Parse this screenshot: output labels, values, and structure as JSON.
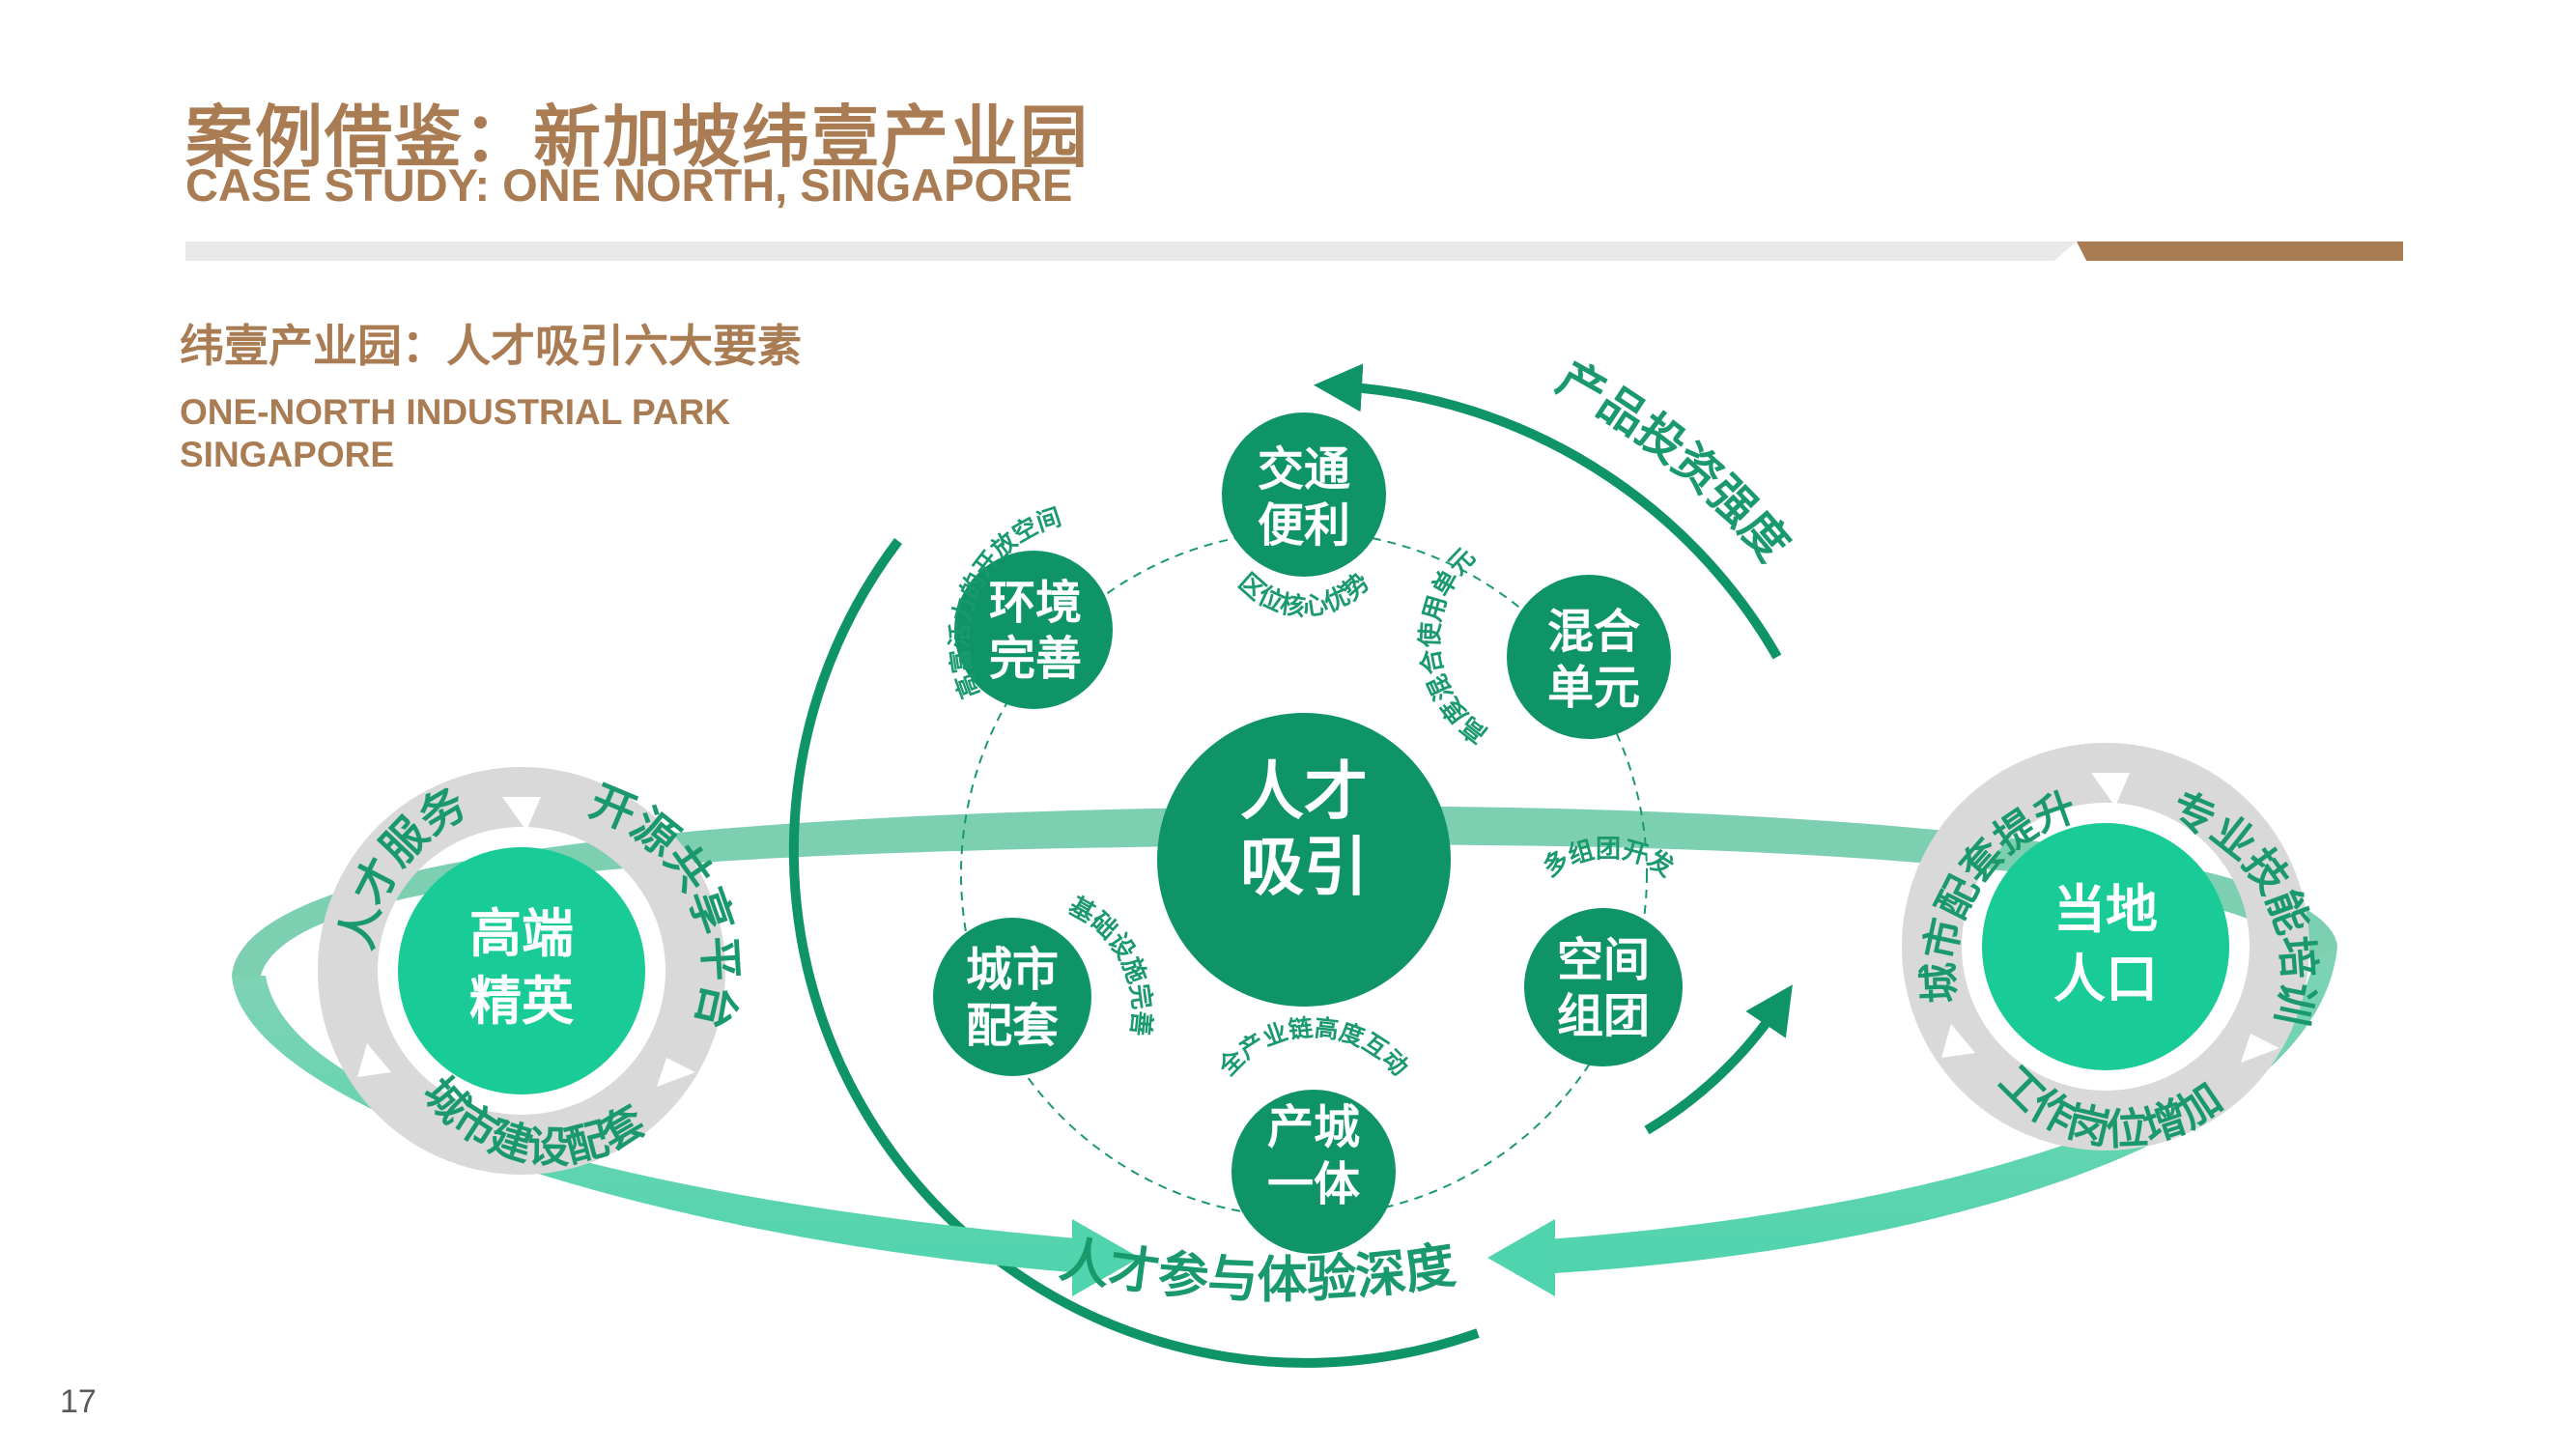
{
  "header": {
    "title_zh": "案例借鉴：新加坡纬壹产业园",
    "title_en": "CASE STUDY: ONE NORTH, SINGAPORE"
  },
  "subheader": {
    "title_zh": "纬壹产业园：人才吸引六大要素",
    "title_en_line1": "ONE-NORTH INDUSTRIAL PARK",
    "title_en_line2": "SINGAPORE"
  },
  "page_number": "17",
  "center": {
    "line1": "人才",
    "line2": "吸引"
  },
  "nodes": [
    {
      "id": "traffic",
      "line1": "交通",
      "line2": "便利",
      "caption": "区位核心优势"
    },
    {
      "id": "mixed",
      "line1": "混合",
      "line2": "单元",
      "caption": "高度混合使用单元"
    },
    {
      "id": "cluster",
      "line1": "空间",
      "line2": "组团",
      "caption": "多组团开发"
    },
    {
      "id": "integration",
      "line1": "产城",
      "line2": "一体",
      "caption": "全产业链高度互动"
    },
    {
      "id": "facility",
      "line1": "城市",
      "line2": "配套",
      "caption": "基础设施完善"
    },
    {
      "id": "environment",
      "line1": "环境",
      "line2": "完善",
      "caption": "高富活力的开放空间"
    }
  ],
  "arcs": {
    "right": "产品投资强度",
    "bottom": "人才参与体验深度"
  },
  "left_hub": {
    "line1": "高端",
    "line2": "精英",
    "ring": [
      "人才服务",
      "开源共享平台",
      "城市建设配套"
    ]
  },
  "right_hub": {
    "line1": "当地",
    "line2": "人口",
    "ring": [
      "城市配套提升",
      "专业技能培训",
      "工作岗位增加"
    ]
  },
  "colors": {
    "brown": "#a97c53",
    "dark_green": "#0f9468",
    "mint": "#19cc97",
    "light_mint": "#6fdcbd",
    "gray_ring": "#d9d9d9"
  }
}
